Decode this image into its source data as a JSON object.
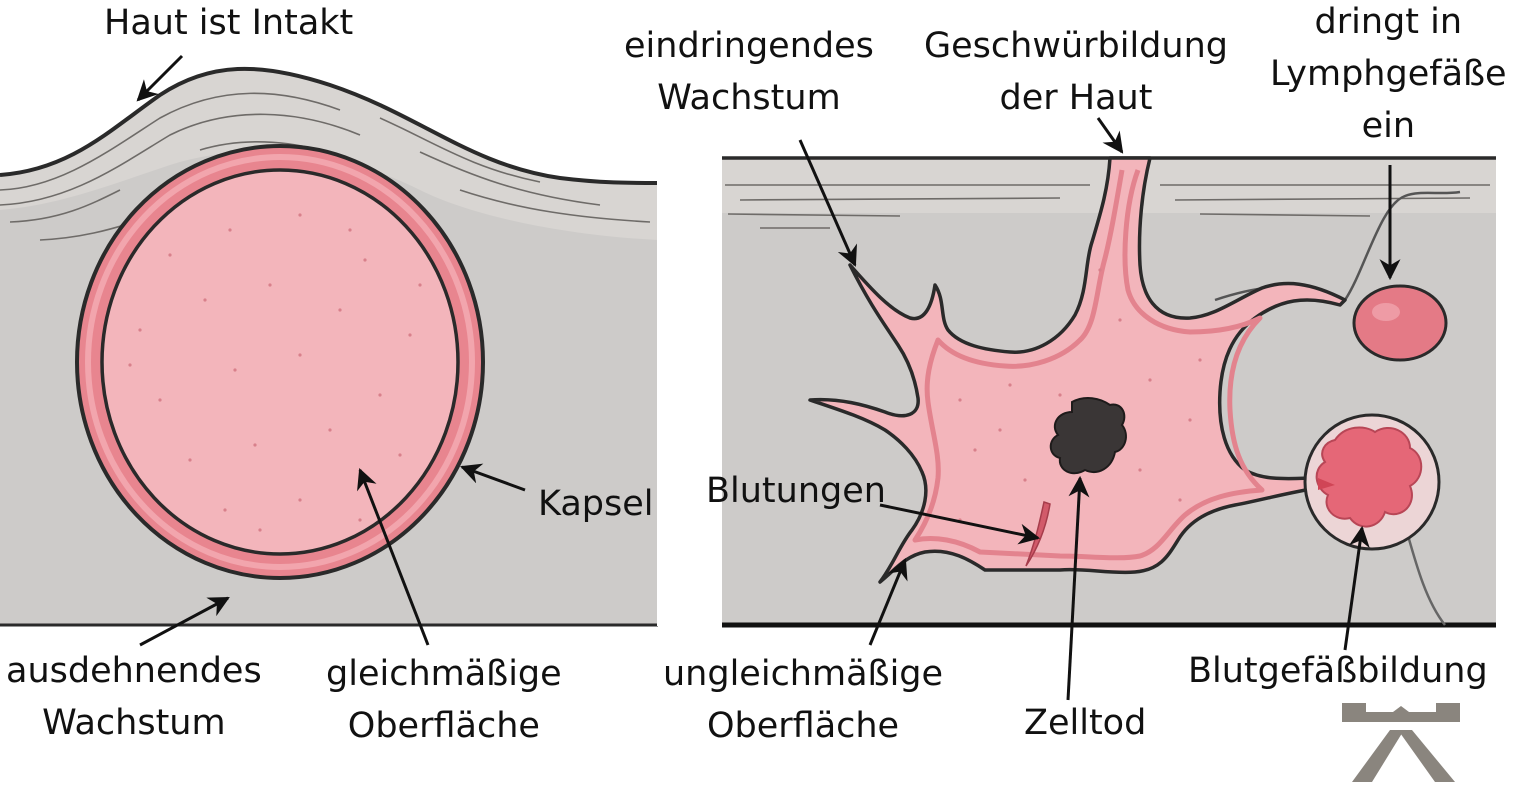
{
  "labels": {
    "haut_intakt": "Haut ist Intakt",
    "kapsel": "Kapsel",
    "ausdehnend_1": "ausdehnendes",
    "ausdehnend_2": "Wachstum",
    "gleich_1": "gleichmäßige",
    "gleich_2": "Oberfläche",
    "eindringend_1": "eindringendes",
    "eindringend_2": "Wachstum",
    "geschwuer_1": "Geschwürbildung",
    "geschwuer_2": "der Haut",
    "lymph_1": "dringt in",
    "lymph_2": "Lymphgefäße",
    "lymph_3": "ein",
    "blutungen": "Blutungen",
    "ungleich_1": "ungleichmäßige",
    "ungleich_2": "Oberfläche",
    "zelltod": "Zelltod",
    "blutgefaess": "Blutgefäßbildung"
  },
  "colors": {
    "tissue": "#cdcbc9",
    "skin_band": "#d8d5d2",
    "tumor": "#f3b5bb",
    "tumor_rim": "#e3838e",
    "outline": "#2a2a2a",
    "necrosis": "#3a3636",
    "logo": "#8a857e"
  },
  "icons": [
    "arrow-icon",
    "brand-logo-icon"
  ]
}
